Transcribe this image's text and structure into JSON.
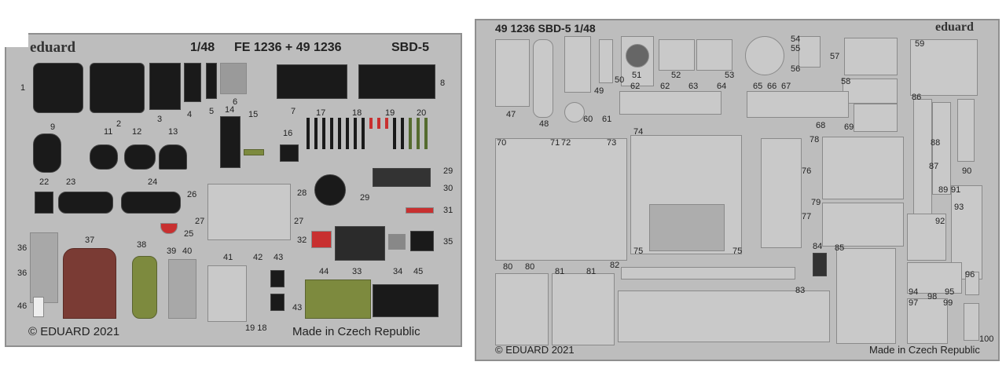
{
  "fret_left": {
    "brand": "eduard",
    "scale": "1/48",
    "set_title": "FE 1236 + 49 1236",
    "model": "SBD-5",
    "copyright": "© EDUARD 2021",
    "origin": "Made in Czech Republic",
    "part_numbers": [
      "1",
      "2",
      "3",
      "4",
      "5",
      "6",
      "7",
      "8",
      "9",
      "11",
      "12",
      "13",
      "14",
      "15",
      "16",
      "17",
      "18",
      "19",
      "20",
      "22",
      "23",
      "24",
      "25",
      "26",
      "27",
      "27",
      "28",
      "29",
      "29",
      "30",
      "31",
      "32",
      "33",
      "34",
      "35",
      "36",
      "36",
      "37",
      "38",
      "39",
      "40",
      "41",
      "42",
      "43",
      "43",
      "44",
      "45",
      "46",
      "19 18"
    ]
  },
  "fret_right": {
    "title": "49 1236  SBD-5 1/48",
    "brand": "eduard",
    "copyright": "© EDUARD 2021",
    "origin": "Made in Czech Republic",
    "part_numbers": [
      "47",
      "48",
      "49",
      "50",
      "51",
      "52",
      "53",
      "54",
      "55",
      "56",
      "57",
      "58",
      "59",
      "60",
      "61",
      "62",
      "62",
      "63",
      "64",
      "65",
      "66",
      "67",
      "68",
      "69",
      "70",
      "71",
      "72",
      "73",
      "74",
      "75",
      "75",
      "76",
      "77",
      "78",
      "79",
      "80",
      "80",
      "81",
      "81",
      "82",
      "83",
      "84",
      "85",
      "86",
      "87",
      "88",
      "89",
      "90",
      "91",
      "92",
      "93",
      "94",
      "95",
      "96",
      "97",
      "98",
      "99",
      "100"
    ]
  },
  "colors": {
    "fret": "#bdbdbd",
    "dark_part": "#1a1a1a",
    "olive_part": "#7d8a3e",
    "maroon_part": "#7a3b34",
    "red_detail": "#c83030"
  }
}
